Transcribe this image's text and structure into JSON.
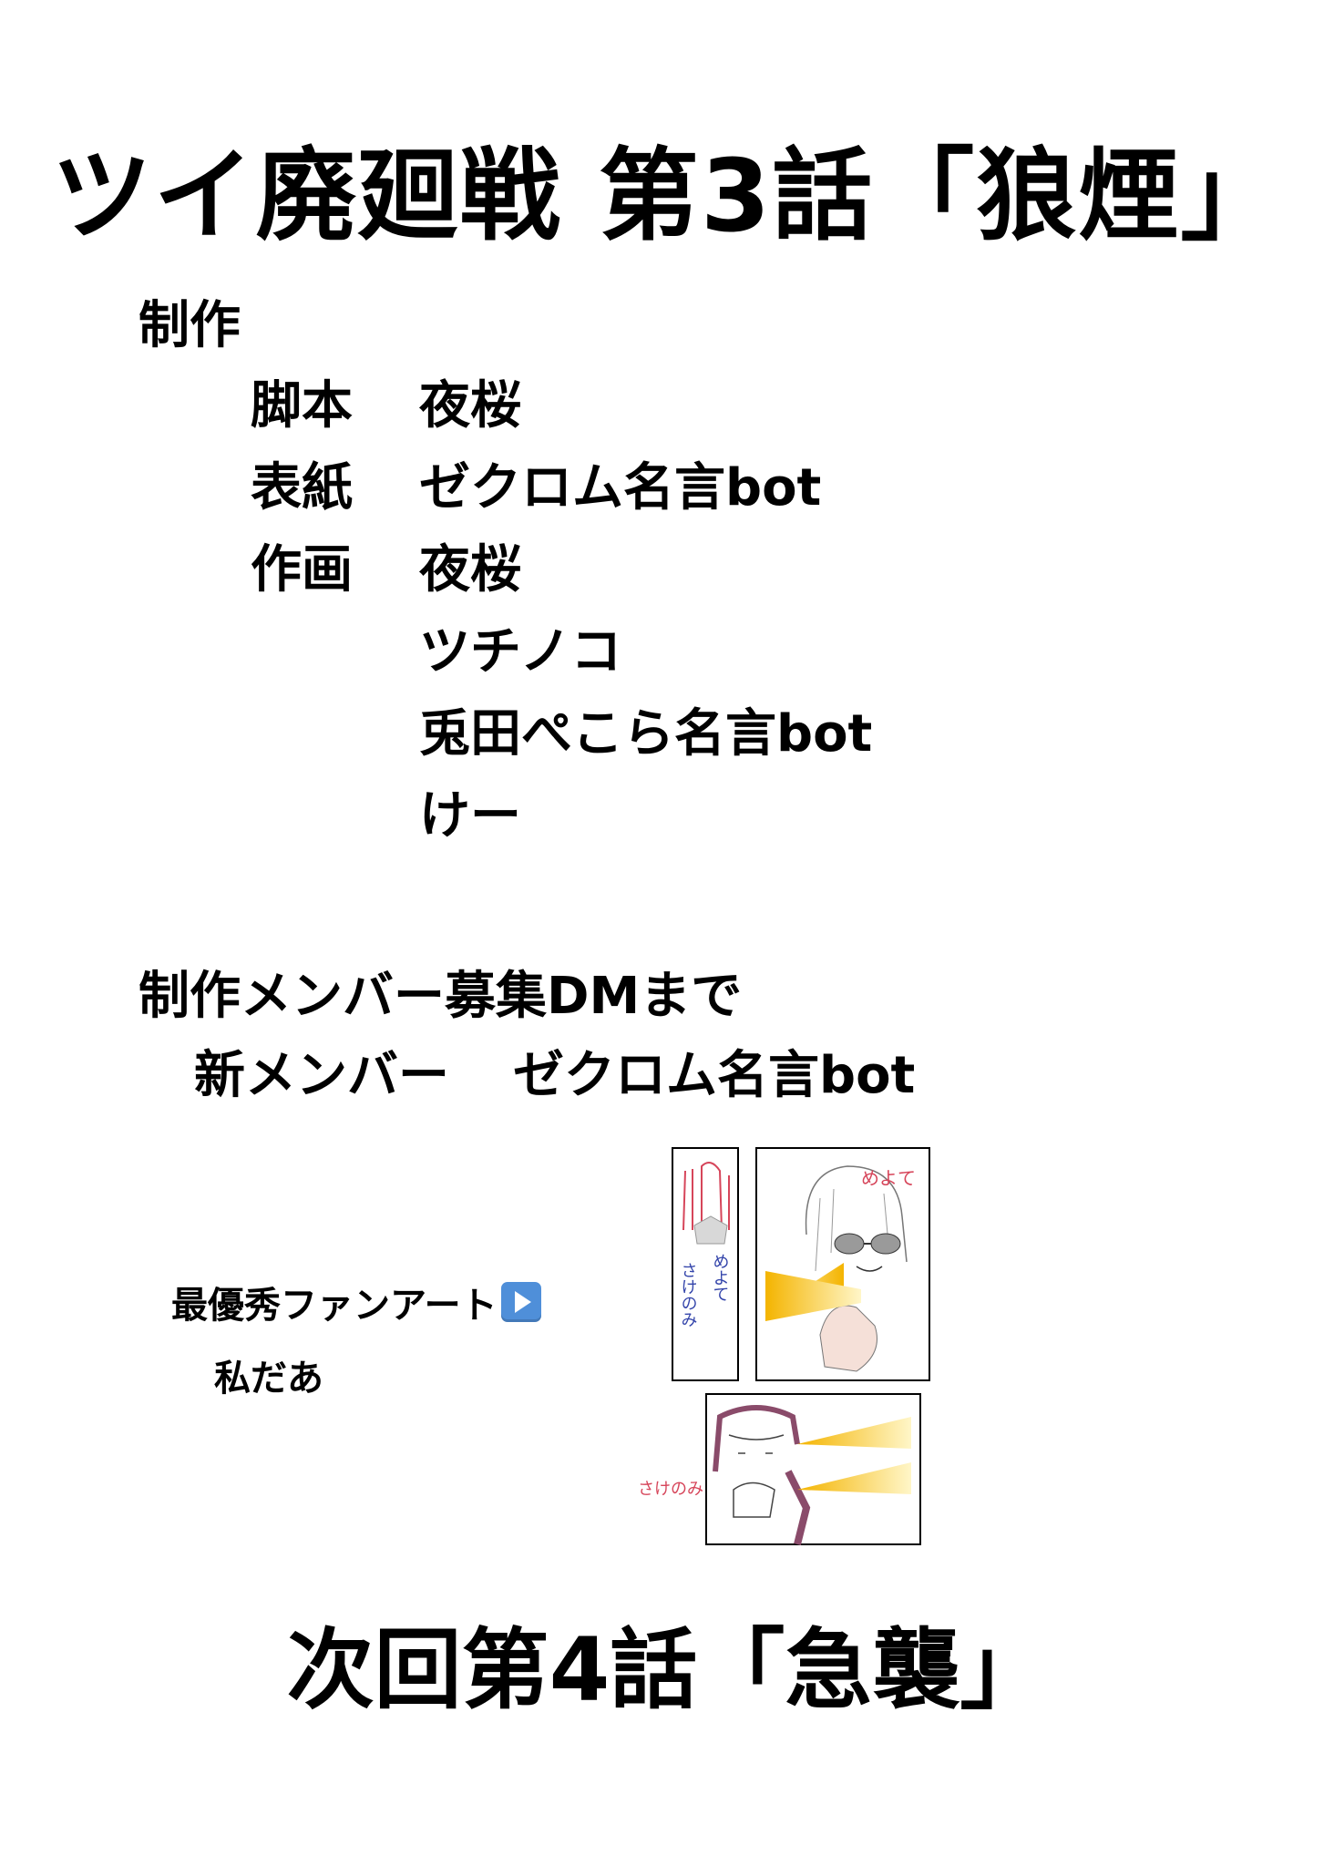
{
  "title": "ツイ廃廻戦 第3話「狼煙」",
  "production": {
    "heading": "制作",
    "credits": [
      {
        "role": "脚本",
        "names": [
          "夜桜"
        ]
      },
      {
        "role": "表紙",
        "names": [
          "ゼクロム名言bot"
        ]
      },
      {
        "role": "作画",
        "names": [
          "夜桜",
          "ツチノコ",
          "兎田ぺこら名言bot",
          "けー"
        ]
      }
    ]
  },
  "recruit": {
    "text": "制作メンバー募集DMまで",
    "new_member_label": "新メンバー",
    "new_member_name": "ゼクロム名言bot"
  },
  "fanart": {
    "label": "最優秀ファンアート",
    "icon": "play-button-icon",
    "author": "私だあ",
    "handwritten": [
      "めよて",
      "さけのみ",
      "めよて",
      "さけのみ"
    ]
  },
  "next_episode": "次回第4話「急襲」"
}
